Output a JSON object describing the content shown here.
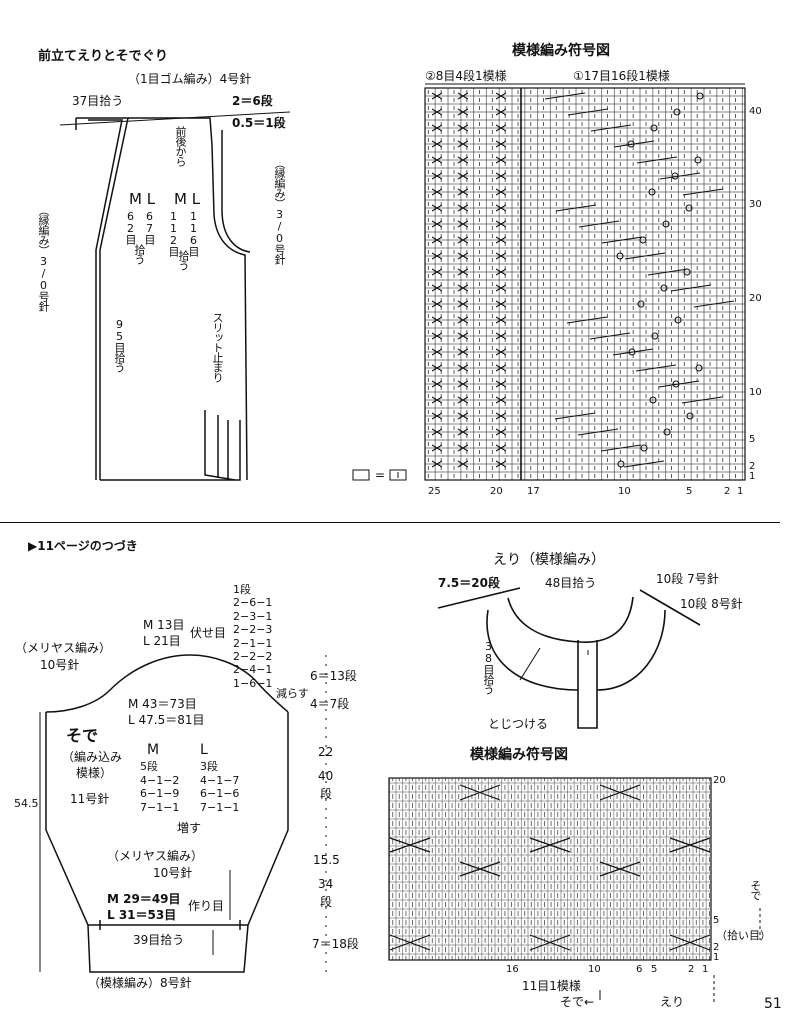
{
  "page_number": "51",
  "top_left": {
    "title": "前立てえりとそでぐり",
    "needle_top": "（1目ゴム編み）4号針",
    "pick_37": "37目拾う",
    "rows_2_6": "2＝6段",
    "rows_05_1": "0.5＝1段",
    "from_front_back": "前後から",
    "ml_a": "M L",
    "ml_a_m": "62目",
    "ml_a_l": "67目",
    "ml_b": "M L",
    "ml_b_m": "112目",
    "ml_b_l": "116目",
    "pick_a": "拾う",
    "pick_b": "拾う",
    "edge_right": "（縁編み）3/0号針",
    "edge_left": "（縁編み）3/0号針",
    "pick_95": "95目拾う",
    "slit": "スリット止まり"
  },
  "top_right": {
    "title": "模様編み符号図",
    "rep_2": "②8目4段1模様",
    "rep_1": "①17目16段1模様",
    "row_labels": [
      "40",
      "30",
      "20",
      "10",
      "5",
      "2",
      "1"
    ],
    "col_labels": [
      "25",
      "20",
      "17",
      "10",
      "5",
      "2",
      "1"
    ],
    "legend_eq": "="
  },
  "divider_label": "▶11ページのつづき",
  "sleeve": {
    "stitch_m": "M 13目",
    "stitch_l": "L 21目",
    "bind_off": "伏せ目",
    "dec_lines": [
      "1段",
      "2−6−1",
      "2−3−1",
      "2−2−3",
      "2−1−1",
      "2−2−2",
      "2−4−1",
      "1−6−1"
    ],
    "decrease": "減らす",
    "stockinette_top": "（メリヤス編み）",
    "needle_10_top": "10号針",
    "ml_43": "M 43＝73目",
    "ml_475": "L 47.5＝81目",
    "sode": "そで",
    "pattern_1": "（編み込み",
    "pattern_2": "模様）",
    "needle_11": "11号針",
    "m_head": "M",
    "l_head": "L",
    "m_inc": [
      "5段",
      "4−1−2",
      "6−1−9",
      "7−1−1"
    ],
    "l_inc": [
      "3段",
      "4−1−7",
      "6−1−6",
      "7−1−1"
    ],
    "increase": "増す",
    "stockinette_mid": "（メリヤス編み）",
    "needle_10_mid": "10号針",
    "m29": "M 29＝49目",
    "l31": "L 31＝53目",
    "cast_on": "作り目",
    "pick_39": "39目拾う",
    "bottom": "（模様編み）8号針",
    "height": "54.5",
    "dims": [
      "6＝13段",
      "4＝7段",
      "22",
      "40",
      "段",
      "15.5",
      "34",
      "段",
      "7＝18段"
    ]
  },
  "collar": {
    "title": "えり（模様編み）",
    "rows_75": "7.5＝20段",
    "pick_48": "48目拾う",
    "n7": "10段 7号針",
    "n8": "10段 8号針",
    "pick_38": "38目拾う",
    "close": "とじつける"
  },
  "bottom_chart": {
    "title": "模様編み符号図",
    "row_labels": [
      "20",
      "5",
      "2",
      "1"
    ],
    "col_labels": [
      "16",
      "10",
      "6",
      "5",
      "2",
      "1"
    ],
    "rep": "11目1模様",
    "sode": "そで←",
    "eri": "えり",
    "sode_v": "そで",
    "picked": "（拾い目）"
  }
}
